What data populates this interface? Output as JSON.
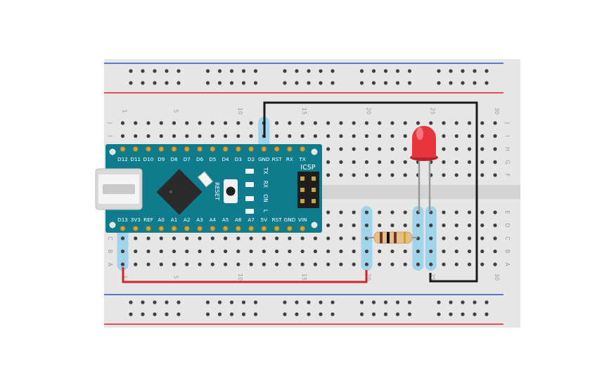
{
  "breadboard": {
    "columns": 30,
    "column_number_labels": [
      "1",
      "5",
      "10",
      "15",
      "20",
      "25",
      "30"
    ],
    "column_number_values": [
      1,
      5,
      10,
      15,
      20,
      25,
      30
    ],
    "top_row_letters": [
      "J",
      "I",
      "H",
      "G",
      "F"
    ],
    "bottom_row_letters": [
      "E",
      "D",
      "C",
      "B",
      "A"
    ],
    "colors": {
      "board": "#e6e6e6",
      "hole": "#3f3f3f",
      "rail_red": "#d1242b",
      "rail_blue": "#2f55c9",
      "channel": "#d4d4d4",
      "highlight": "#9fd4ea",
      "label": "#9a9a9a"
    }
  },
  "arduino": {
    "board_color": "#0f7c8e",
    "top_pins": [
      "D12",
      "D11",
      "D10",
      "D9",
      "D8",
      "D7",
      "D6",
      "D5",
      "D4",
      "D3",
      "D2",
      "GND",
      "RST",
      "RX",
      "TX"
    ],
    "bottom_pins": [
      "D13",
      "3V3",
      "REF",
      "A0",
      "A1",
      "A2",
      "A3",
      "A4",
      "A5",
      "A6",
      "A7",
      "5V",
      "RST",
      "GND",
      "VIN"
    ],
    "reset_label": "RESET",
    "icsp_label": "ICSP",
    "led_labels": [
      "TX",
      "RX",
      "ON",
      "L"
    ]
  },
  "components": {
    "led": {
      "color": "#e8343b"
    },
    "resistor": {
      "body_color": "#e3c08a",
      "bands": [
        "#6b3a1e",
        "#111111",
        "#6b3a1e",
        "#c9a227"
      ]
    }
  },
  "wires": {
    "black": "#1a1a1a",
    "red": "#d1242b"
  }
}
